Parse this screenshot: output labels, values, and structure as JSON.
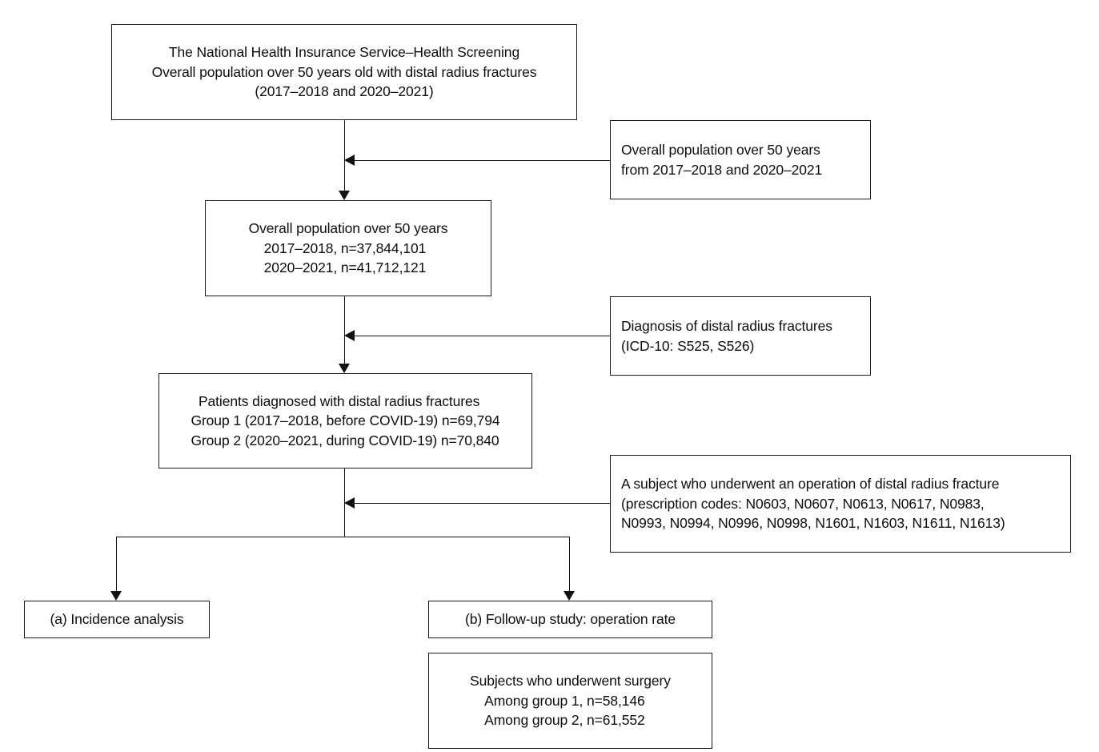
{
  "figure": {
    "type": "flowchart",
    "title": "Study population selection flowchart",
    "orientation": "top-down"
  },
  "nodes": {
    "source_box": {
      "lines": [
        "The National Health Insurance Service–Health Screening",
        "Overall population over 50 years old with distal radius fractures",
        "(2017–2018 and 2020–2021)"
      ]
    },
    "criteria_population": {
      "lines": [
        "Overall population over 50 years",
        "from 2017–2018 and 2020–2021"
      ]
    },
    "population_box": {
      "lines": [
        "Overall population over 50 years",
        "    2017–2018, n=37,844,101",
        "    2020–2021, n=41,712,121"
      ]
    },
    "criteria_diagnosis": {
      "lines": [
        "Diagnosis of distal radius fractures",
        "(ICD-10: S525, S526)"
      ]
    },
    "patients_box": {
      "lines": [
        "  Patients diagnosed with distal radius fractures",
        "Group 1 (2017–2018, before COVID-19) n=69,794",
        "Group 2 (2020–2021, during COVID-19) n=70,840"
      ]
    },
    "criteria_operation": {
      "lines": [
        "A subject who underwent an operation of distal radius fracture",
        "(prescription codes: N0603, N0607, N0613, N0617, N0983,",
        "N0993, N0994, N0996, N0998, N1601, N1603, N1611, N1613)"
      ]
    },
    "outcome_a": {
      "lines": [
        "(a) Incidence analysis"
      ]
    },
    "outcome_b": {
      "lines": [
        "(b) Follow-up study: operation rate"
      ]
    },
    "surgery_box": {
      "lines": [
        "Subjects who underwent surgery",
        "    Among group 1, n=58,146",
        "    Among group 2, n=61,552"
      ]
    }
  },
  "style": {
    "border_color": "#1a1a1a",
    "text_color": "#0d0d0d",
    "background": "#ffffff",
    "connector_color": "#111111"
  }
}
